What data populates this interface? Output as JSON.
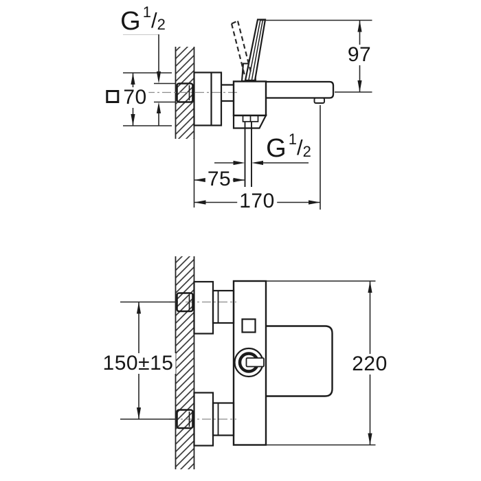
{
  "drawing": {
    "thread_top_label": {
      "letter": "G",
      "numerator": "1",
      "slash": "/",
      "denominator": "2"
    },
    "thread_outlet_label": {
      "letter": "G",
      "numerator": "1",
      "slash": "/",
      "denominator": "2"
    },
    "dimensions": {
      "escutcheon_size": "70",
      "wall_to_outlet": "75",
      "spout_projection": "170",
      "handle_height": "97",
      "inlet_centers": "150±15",
      "body_height": "220"
    }
  }
}
